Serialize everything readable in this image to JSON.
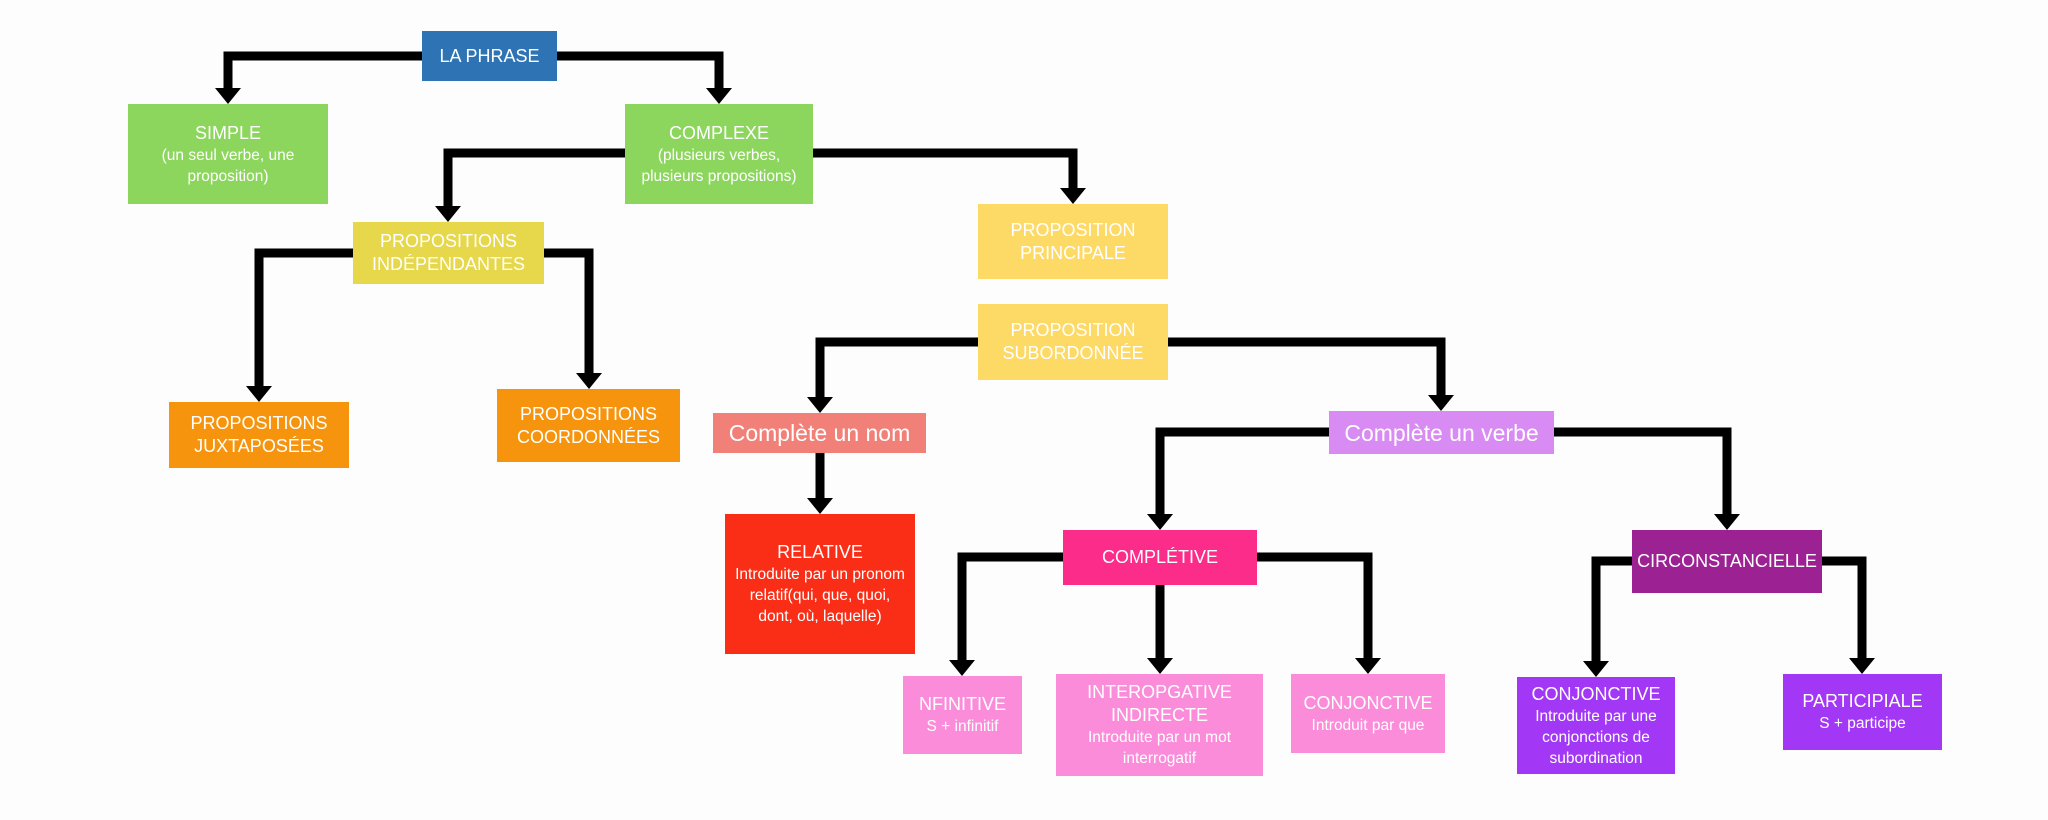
{
  "nodes": {
    "phrase": {
      "title": "LA PHRASE",
      "color": "#2e74b5"
    },
    "simple": {
      "title": "SIMPLE",
      "sub": "(un seul verbe, une proposition)",
      "color": "#8cd65d"
    },
    "complexe": {
      "title": "COMPLEXE",
      "sub": "(plusieurs verbes, plusieurs propositions)",
      "color": "#8cd65d"
    },
    "independantes": {
      "title": "PROPOSITIONS INDÉPENDANTES",
      "color": "#e6d84a"
    },
    "principale": {
      "title": "PROPOSITION PRINCIPALE",
      "color": "#fdd966"
    },
    "subordonnee": {
      "title": "PROPOSITION SUBORDONNÉE",
      "color": "#fdd966"
    },
    "juxtaposees": {
      "title": "PROPOSITIONS JUXTAPOSÉES",
      "color": "#f7940e"
    },
    "coordonnees": {
      "title": "PROPOSITIONS COORDONNÉES",
      "color": "#f7940e"
    },
    "complete_nom": {
      "title": "Complète un nom",
      "color": "#f08078"
    },
    "complete_verbe": {
      "title": "Complète un verbe",
      "color": "#d88bf2"
    },
    "relative": {
      "title": "RELATIVE",
      "sub": "Introduite par un pronom relatif(qui, que, quoi, dont, où, laquelle)",
      "color": "#fa2e16"
    },
    "completive": {
      "title": "COMPLÉTIVE",
      "color": "#fb2c8a"
    },
    "circonstancielle": {
      "title": "CIRCONSTANCIELLE",
      "color": "#9c2293"
    },
    "infinitive": {
      "title": "NFINITIVE",
      "sub": "S + infinitif",
      "color": "#fb8cd9"
    },
    "interrogative": {
      "title": "INTEROPGATIVE INDIRECTE",
      "sub": "Introduite par un mot interrogatif",
      "color": "#fb8cd9"
    },
    "conjonctive_1": {
      "title": "CONJONCTIVE",
      "sub": "Introduit par que",
      "color": "#fb8cd9"
    },
    "conjonctive_2": {
      "title": "CONJONCTIVE",
      "sub": "Introduite par une conjonctions de subordination",
      "color": "#a238f5"
    },
    "participiale": {
      "title": "PARTICIPIALE",
      "sub": "S + participe",
      "color": "#a238f5"
    }
  },
  "edges": [
    [
      "phrase",
      "simple"
    ],
    [
      "phrase",
      "complexe"
    ],
    [
      "complexe",
      "independantes"
    ],
    [
      "complexe",
      "principale"
    ],
    [
      "independantes",
      "juxtaposees"
    ],
    [
      "independantes",
      "coordonnees"
    ],
    [
      "subordonnee",
      "complete_nom"
    ],
    [
      "subordonnee",
      "complete_verbe"
    ],
    [
      "complete_nom",
      "relative"
    ],
    [
      "complete_verbe",
      "completive"
    ],
    [
      "complete_verbe",
      "circonstancielle"
    ],
    [
      "completive",
      "infinitive"
    ],
    [
      "completive",
      "interrogative"
    ],
    [
      "completive",
      "conjonctive_1"
    ],
    [
      "circonstancielle",
      "conjonctive_2"
    ],
    [
      "circonstancielle",
      "participiale"
    ]
  ],
  "edge_color": "#000000"
}
